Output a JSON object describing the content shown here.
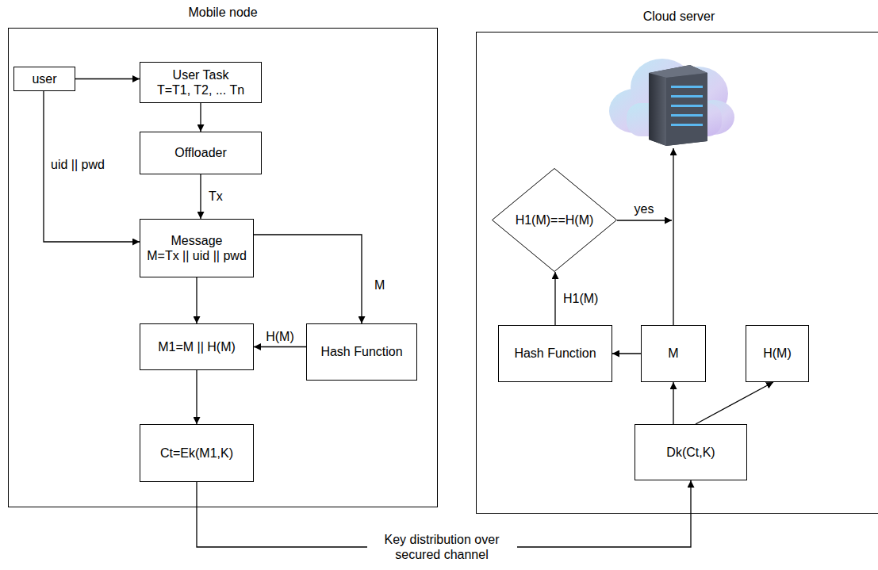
{
  "diagram": {
    "nodes": [
      {
        "text": [
          "Mobile node"
        ]
      },
      {
        "text": [
          "user"
        ],
        "in": 0
      },
      {
        "text": [
          "User Task",
          "T=T1, T2, ... Tn"
        ],
        "in": 0
      },
      {
        "text": [
          "Offloader"
        ],
        "in": 0
      },
      {
        "text": [
          "Message",
          "M=Tx || uid || pwd"
        ],
        "in": 0
      },
      {
        "text": [
          "M1=M || H(M)"
        ],
        "in": 0
      },
      {
        "text": [
          "Hash Function"
        ],
        "in": 0
      },
      {
        "text": [
          "Ct=Ek(M1,K)"
        ],
        "in": 0
      },
      {
        "text": [
          "Cloud server"
        ]
      },
      {
        "text": [
          "H1(M)==H(M)"
        ],
        "in": 8
      },
      {
        "text": [
          "Hash Function"
        ],
        "in": 8
      },
      {
        "text": [
          "M"
        ],
        "in": 8
      },
      {
        "text": [
          "H(M)"
        ],
        "in": 8
      },
      {
        "text": [
          "Dk(Ct,K)"
        ],
        "in": 8
      }
    ],
    "edges": [
      {
        "from": 1,
        "to": 2,
        "arrow": "to"
      },
      {
        "from": 1,
        "to": 4,
        "label": "uid || pwd",
        "arrow": "to"
      },
      {
        "from": 2,
        "to": 3,
        "arrow": "to"
      },
      {
        "from": 3,
        "to": 4,
        "label": "Tx",
        "arrow": "to"
      },
      {
        "from": 4,
        "to": 5,
        "arrow": "to"
      },
      {
        "from": 4,
        "to": 6,
        "label": "M",
        "arrow": "to"
      },
      {
        "from": 6,
        "to": 5,
        "label": "H(M)",
        "arrow": "to"
      },
      {
        "from": 5,
        "to": 7,
        "arrow": "to"
      },
      {
        "from": 7,
        "to": 13,
        "label": "Key distribution over secured channel",
        "arrow": "to"
      },
      {
        "from": 13,
        "to": 11,
        "arrow": "to"
      },
      {
        "from": 13,
        "to": 12,
        "arrow": "to"
      },
      {
        "from": 11,
        "to": 10,
        "arrow": "to"
      },
      {
        "from": 10,
        "to": 9,
        "label": "H1(M)",
        "arrow": "to"
      }
    ],
    "labels": [
      "yes"
    ]
  }
}
